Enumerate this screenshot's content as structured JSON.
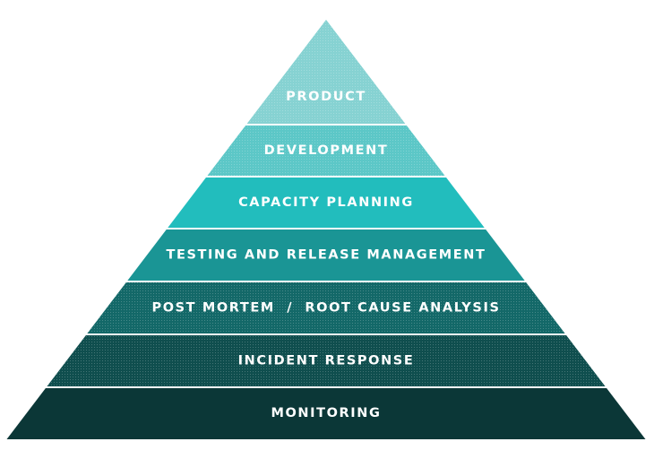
{
  "pyramid": {
    "tiers": [
      {
        "label": "PRODUCT",
        "color": "#86d2d2",
        "textured": true
      },
      {
        "label": "DEVELOPMENT",
        "color": "#5cc7c7",
        "textured": true
      },
      {
        "label": "CAPACITY PLANNING",
        "color": "#22bdbd",
        "textured": false
      },
      {
        "label": "TESTING AND RELEASE MANAGEMENT",
        "color": "#1a9595",
        "textured": false
      },
      {
        "label": "POST MORTEM  /  ROOT CAUSE ANALYSIS",
        "color": "#136868",
        "textured": true
      },
      {
        "label": "INCIDENT RESPONSE",
        "color": "#0f4e4e",
        "textured": true
      },
      {
        "label": "MONITORING",
        "color": "#0b3737",
        "textured": false
      }
    ]
  }
}
